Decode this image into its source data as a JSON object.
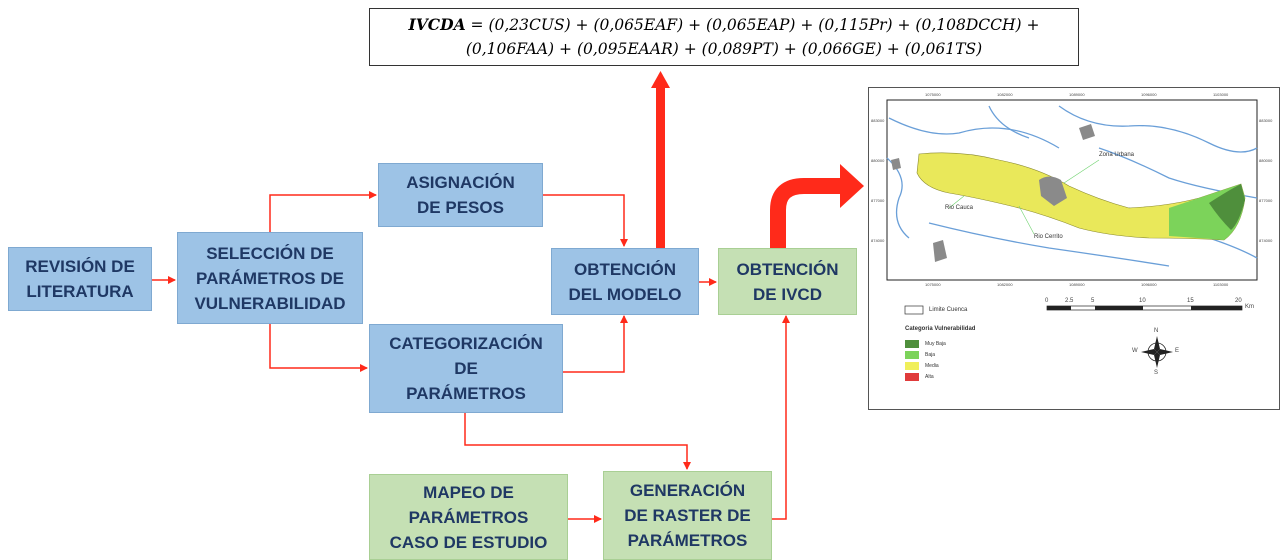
{
  "formula": {
    "lhs": "IVCDA",
    "line1_rest": " = (0,23CUS) + (0,065EAF) + (0,065EAP) + (0,115Pr) + (0,108DCCH) +",
    "line2": "(0,106FAA) + (0,095EAAR) + (0,089PT) + (0,066GE) + (0,061TS)"
  },
  "boxes": {
    "revision": "REVISIÓN DE\nLITERATURA",
    "seleccion": "SELECCIÓN DE\nPARÁMETROS DE\nVULNERABILIDAD",
    "asignacion": "ASIGNACIÓN\nDE PESOS",
    "categorizacion": "CATEGORIZACIÓN\nDE\nPARÁMETROS",
    "obtencion_modelo": "OBTENCIÓN\nDEL MODELO",
    "obtencion_ivcd": "OBTENCIÓN\nDE IVCD",
    "mapeo": "MAPEO DE\nPARÁMETROS\nCASO DE ESTUDIO",
    "generacion": "GENERACIÓN\nDE RASTER DE\nPARÁMETROS"
  },
  "colors": {
    "blue_box": "#9dc3e6",
    "green_box": "#c5e0b4",
    "text": "#1f3864",
    "arrow": "#ff2a1a"
  },
  "map": {
    "labels": {
      "zona_urbana": "Zona Urbana",
      "rio_cauca": "Rio Cauca",
      "rio_cerrito": "Rio Cerrito"
    },
    "top_ticks": [
      "1075000",
      "1082000",
      "1089000",
      "1096000",
      "1103000"
    ],
    "bottom_ticks": [
      "1075000",
      "1082000",
      "1089000",
      "1096000",
      "1103000"
    ],
    "left_ticks": [
      "883000",
      "880000",
      "877000",
      "874000"
    ],
    "right_ticks": [
      "883000",
      "880000",
      "877000",
      "874000"
    ],
    "scale_numbers": [
      "0",
      "2.5",
      "5",
      "10",
      "15",
      "20"
    ],
    "scale_unit": "Km",
    "limite": "Limite Cuenca",
    "legend_title": "Categoria Vulnerabilidad",
    "legend_items": [
      {
        "label": "Muy Baja",
        "color": "#4f8f3c"
      },
      {
        "label": "Baja",
        "color": "#7cd35a"
      },
      {
        "label": "Media",
        "color": "#f0ef5a"
      },
      {
        "label": "Alta",
        "color": "#e03b3b"
      }
    ],
    "compass": {
      "n": "N",
      "s": "S",
      "e": "E",
      "w": "W"
    }
  }
}
